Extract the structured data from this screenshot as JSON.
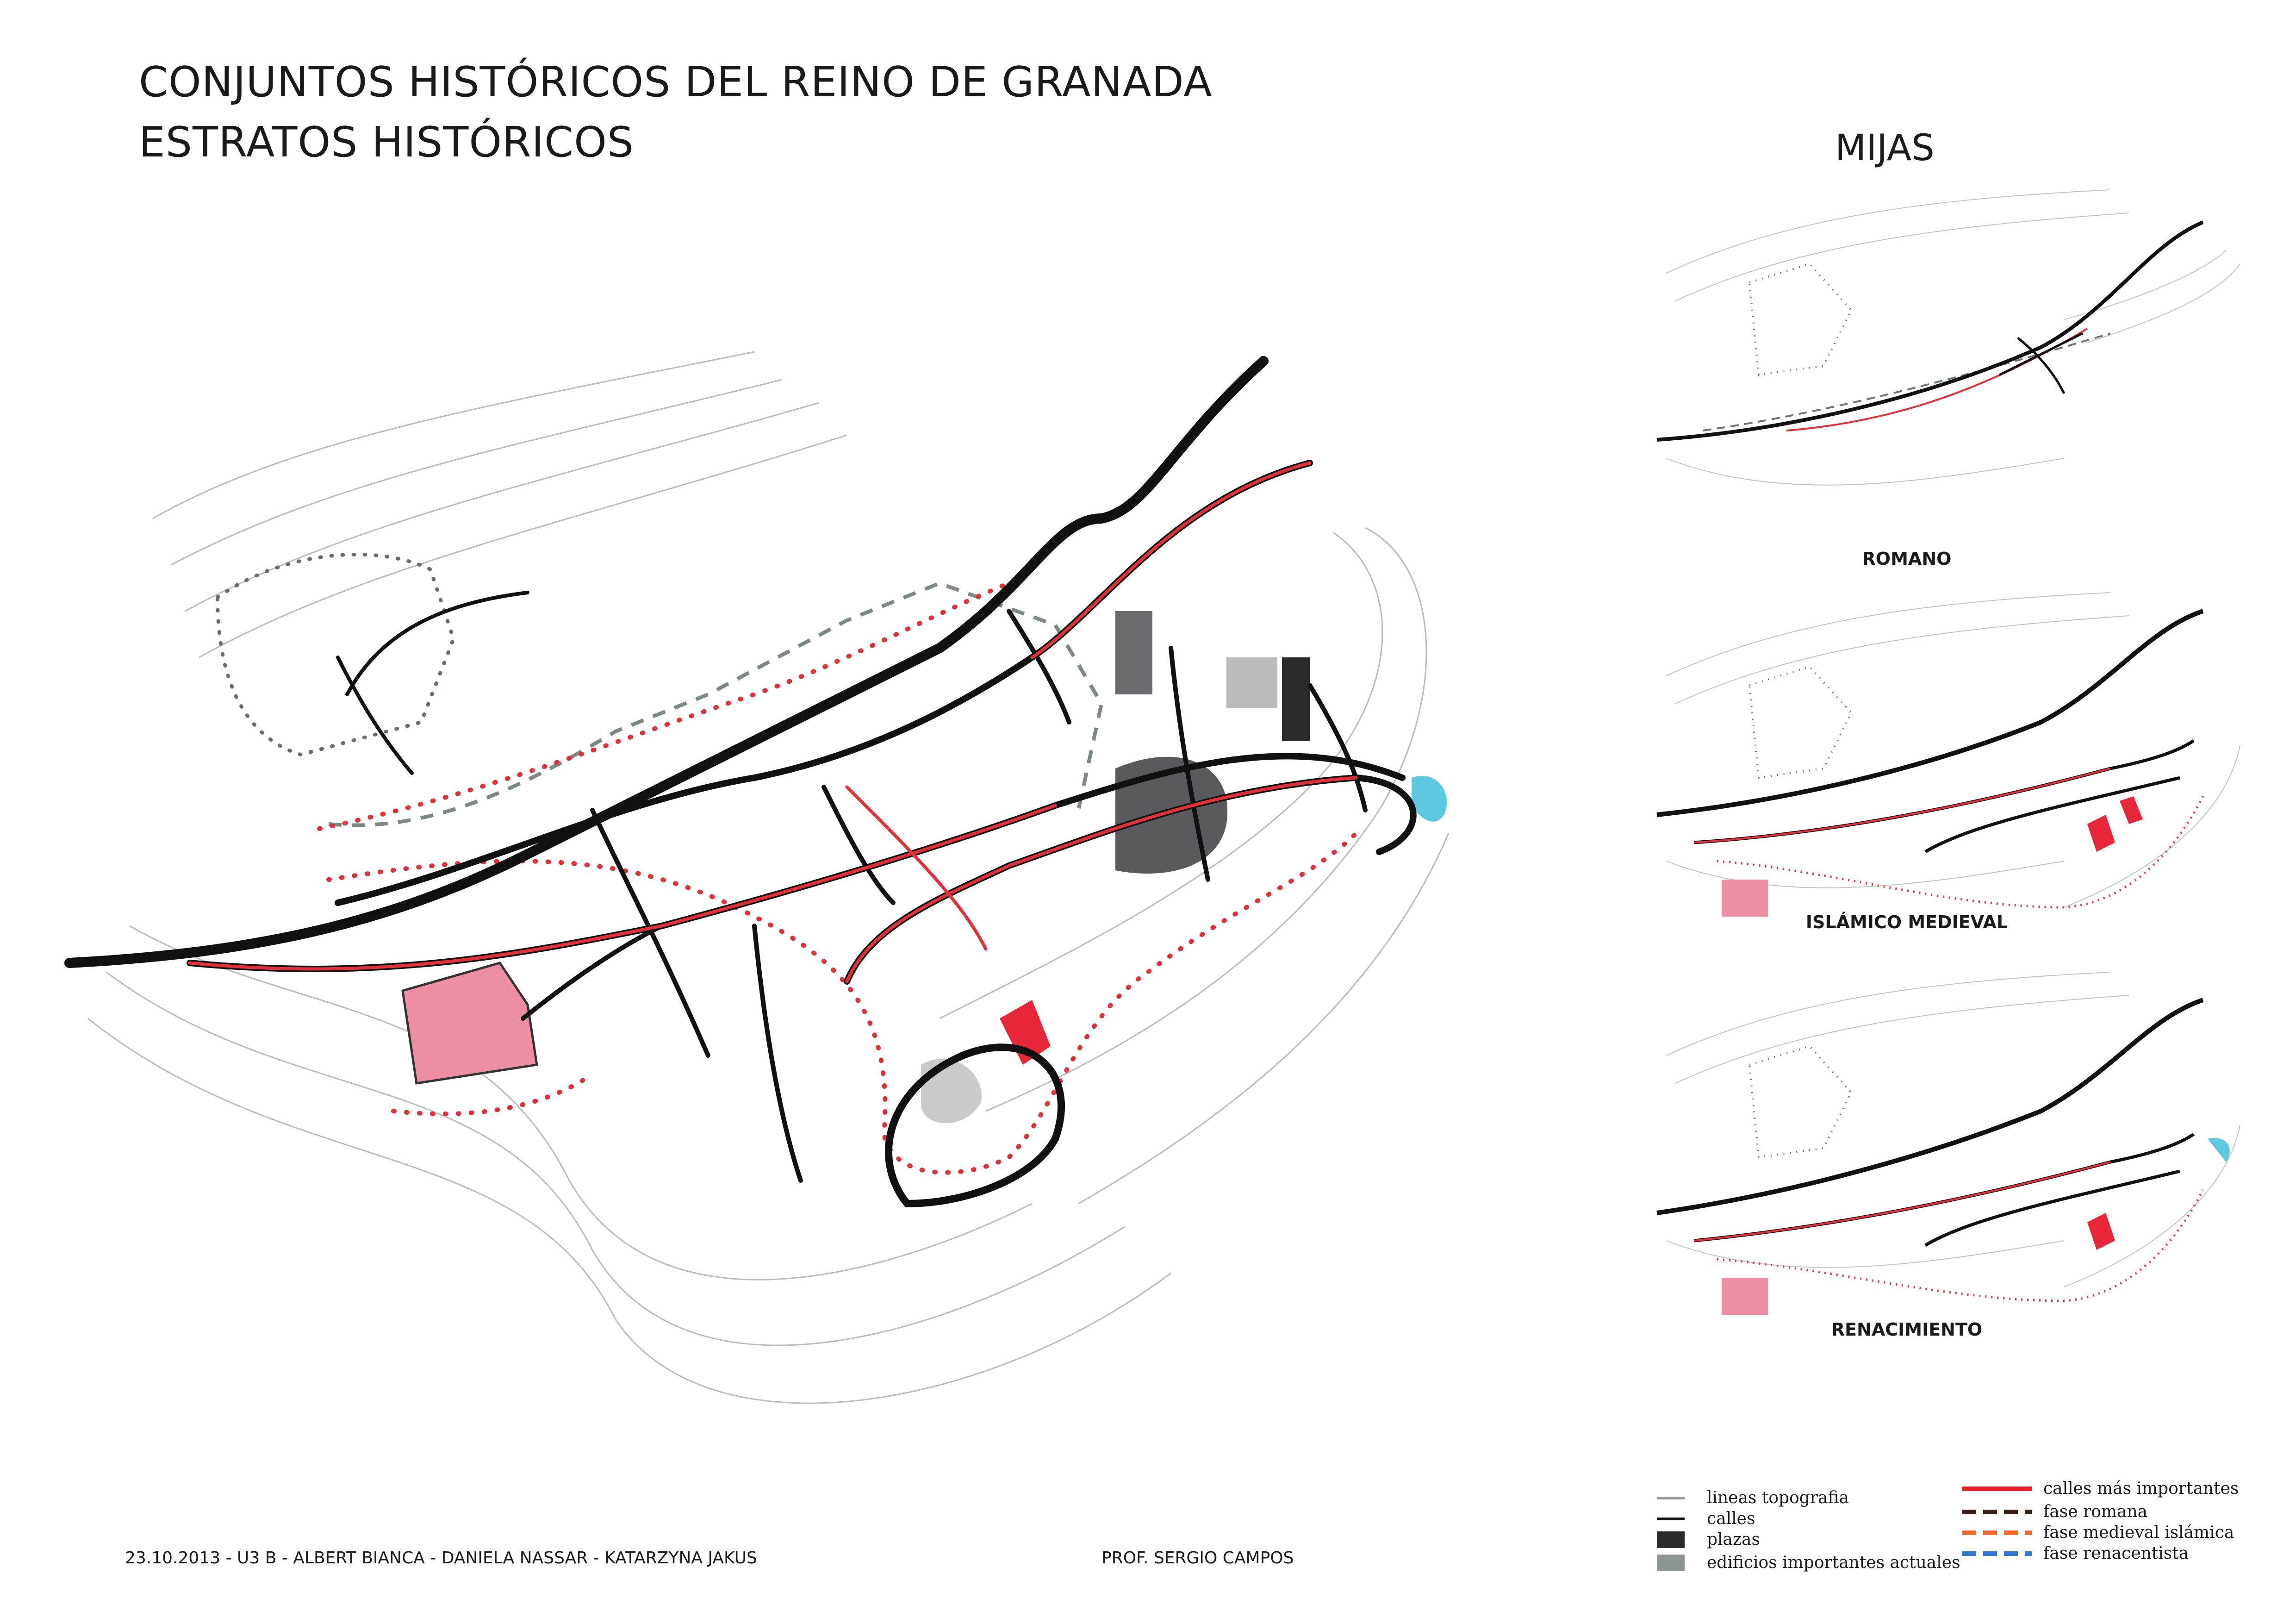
{
  "header": {
    "title_line1": "CONJUNTOS HISTÓRICOS DEL REINO DE GRANADA",
    "title_line2": "ESTRATOS HISTÓRICOS",
    "town": "MIJAS"
  },
  "mini_maps": [
    {
      "label": "ROMANO"
    },
    {
      "label": "ISLÁMICO MEDIEVAL"
    },
    {
      "label": "RENACIMIENTO"
    }
  ],
  "footer": {
    "credits": "23.10.2013  -  U3 B  -  ALBERT BIANCA   -  DANIELA NASSAR  -  KATARZYNA JAKUS",
    "professor": "PROF. SERGIO CAMPOS"
  },
  "legend": {
    "left": [
      {
        "label": "lineas topografia",
        "symbol": "line",
        "color": "#9a9a9a"
      },
      {
        "label": "calles",
        "symbol": "line",
        "color": "#111111"
      },
      {
        "label": "plazas",
        "symbol": "box",
        "color": "#2b2b2b"
      },
      {
        "label": "edificios importantes actuales",
        "symbol": "box",
        "color": "#8c9591"
      }
    ],
    "right": [
      {
        "label": "calles más importantes",
        "symbol": "solid",
        "color": "#e8212a"
      },
      {
        "label": "fase romana",
        "symbol": "dash",
        "color": "#3a1f14"
      },
      {
        "label": "fase medieval islámica",
        "symbol": "dash",
        "color": "#ef6a2c"
      },
      {
        "label": "fase renacentista",
        "symbol": "dash",
        "color": "#2f79d6"
      }
    ]
  },
  "colors": {
    "street": "#111111",
    "main_street": "#e0303a",
    "topo": "#b8bdb8",
    "plaza": "#5a5a5e",
    "building": "#b9bdb8",
    "pink_area": "#ef8fa3",
    "water": "#5ec8e0",
    "red_building": "#e8263a"
  }
}
